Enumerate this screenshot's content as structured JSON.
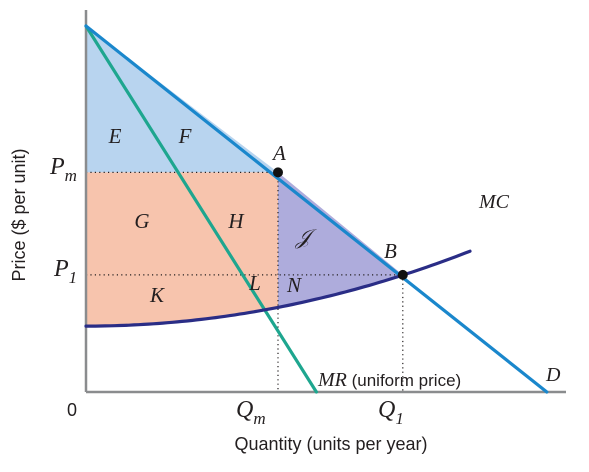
{
  "chart_data": {
    "type": "line",
    "xlabel": "Quantity (units per year)",
    "ylabel": "Price ($ per unit)",
    "origin_label": "0",
    "x_ticks": {
      "Qm": "Q",
      "Qm_sub": "m",
      "Q1": "Q",
      "Q1_sub": "1"
    },
    "y_ticks": {
      "Pm": "P",
      "Pm_sub": "m",
      "P1": "P",
      "P1_sub": "1"
    },
    "xlim": [
      0,
      100
    ],
    "ylim": [
      0,
      100
    ],
    "key_values": {
      "Pm": 60,
      "P1": 32,
      "Qm": 40,
      "Q1": 66
    },
    "series": [
      {
        "name": "D",
        "kind": "demand",
        "color": "#1a87cc",
        "points": [
          [
            0,
            100
          ],
          [
            96,
            0
          ]
        ]
      },
      {
        "name": "MR (uniform price)",
        "kind": "marginal-revenue",
        "color": "#1ea68f",
        "points": [
          [
            0,
            100
          ],
          [
            48,
            0
          ]
        ]
      },
      {
        "name": "MC",
        "kind": "marginal-cost",
        "color": "#2a2d86",
        "a": 18,
        "b": 0.0032,
        "x_range": [
          0,
          80
        ]
      }
    ],
    "points": [
      {
        "label": "A",
        "x": 40,
        "y": 60
      },
      {
        "label": "B",
        "x": 66,
        "y": 32
      }
    ],
    "regions": [
      {
        "label": "E",
        "color": "#b8d4ef"
      },
      {
        "label": "F",
        "color": "#b8d4ef"
      },
      {
        "label": "G",
        "color": "#f7c4ad"
      },
      {
        "label": "H",
        "color": "#f7c4ad"
      },
      {
        "label": "J",
        "display": "𝒥",
        "color": "#aeacdc"
      },
      {
        "label": "K",
        "color": "#f7c4ad"
      },
      {
        "label": "L",
        "color": "#f7c4ad"
      },
      {
        "label": "N",
        "color": "#aeacdc"
      }
    ],
    "colors": {
      "axis": "#8a8c8e",
      "text": "#231f20"
    }
  }
}
